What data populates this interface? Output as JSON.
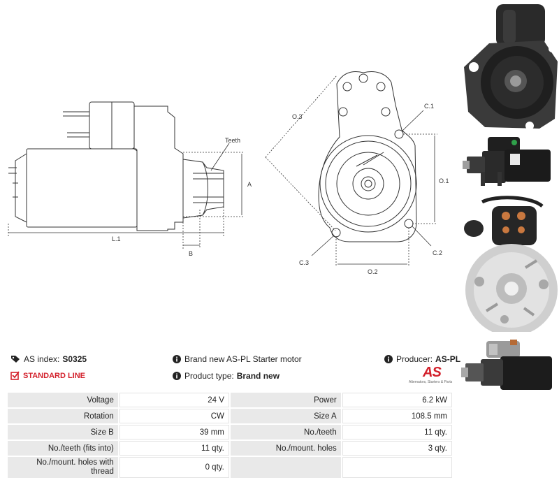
{
  "dimensions": {
    "teeth": "Teeth",
    "a": "A",
    "b": "B",
    "l1": "L.1",
    "o3": "O.3",
    "c1": "C.1",
    "o1": "O.1",
    "c2": "C.2",
    "c3": "C.3",
    "o2": "O.2"
  },
  "info": {
    "as_index_label": "AS index:",
    "as_index_value": "S0325",
    "line": "STANDARD LINE",
    "description": "Brand new AS-PL Starter motor",
    "product_type_label": "Product type:",
    "product_type_value": "Brand new",
    "producer_label": "Producer:",
    "producer_value": "AS-PL"
  },
  "logo": {
    "mark": "AS",
    "tagline": "Alternators, Starters & Parts"
  },
  "specs": [
    {
      "k1": "Voltage",
      "v1": "24 V",
      "k2": "Power",
      "v2": "6.2 kW"
    },
    {
      "k1": "Rotation",
      "v1": "CW",
      "k2": "Size A",
      "v2": "108.5 mm"
    },
    {
      "k1": "Size B",
      "v1": "39 mm",
      "k2": "No./teeth",
      "v2": "11 qty."
    },
    {
      "k1": "No./teeth (fits into)",
      "v1": "11 qty.",
      "k2": "No./mount. holes",
      "v2": "3 qty."
    },
    {
      "k1": "No./mount. holes with thread",
      "v1": "0 qty.",
      "k2": "",
      "v2": ""
    }
  ],
  "colors": {
    "accent": "#d3212c",
    "label_bg": "#e9e9e9",
    "line": "#333333"
  },
  "icons": [
    "tag-icon",
    "check-box-icon",
    "info-icon"
  ]
}
